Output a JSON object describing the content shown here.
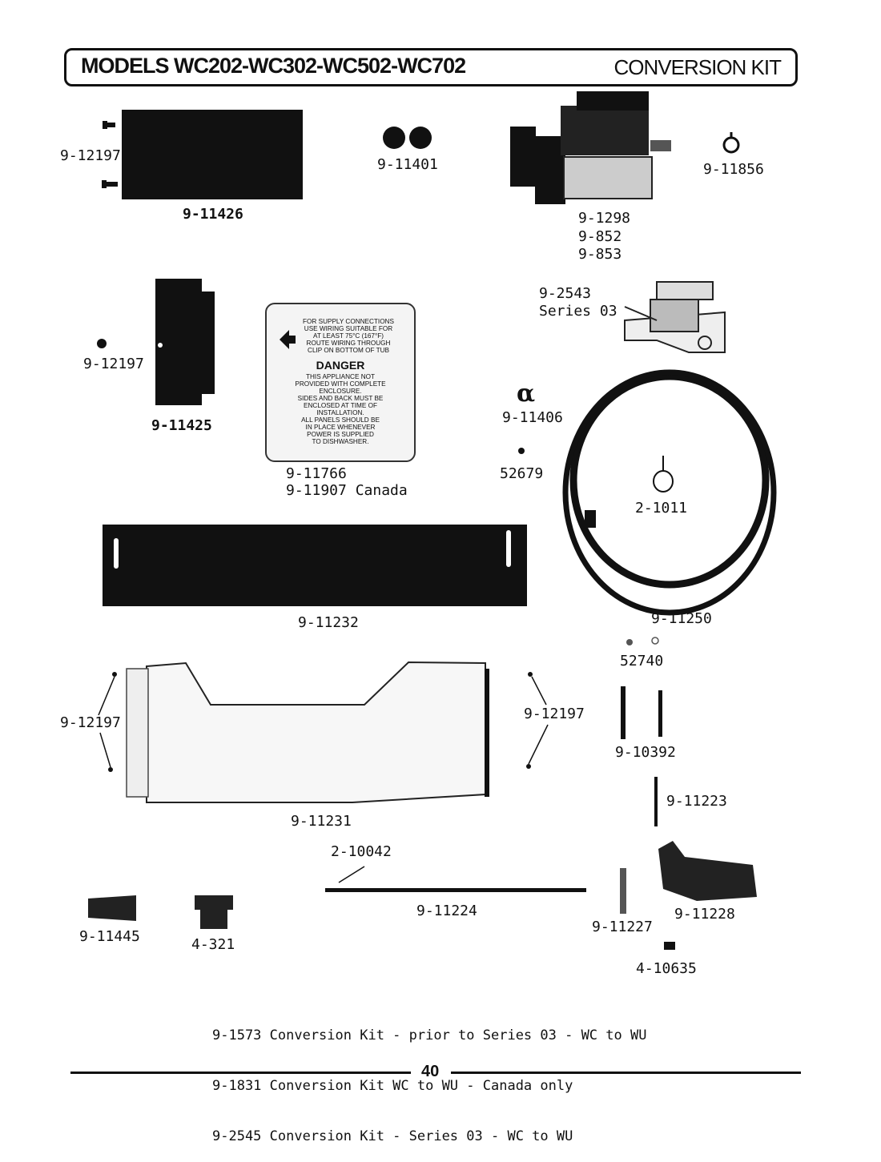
{
  "header": {
    "models": "MODELS WC202-WC302-WC502-WC702",
    "section": "CONVERSION KIT"
  },
  "parts": {
    "p9_12197_a": "9-12197",
    "p9_11426": "9-11426",
    "p9_11401": "9-11401",
    "p9_1298": "9-1298",
    "p9_852": "9-852",
    "p9_853": "9-853",
    "p9_11856": "9-11856",
    "p9_2543": "9-2543",
    "series03": "Series 03",
    "p9_12197_b": "9-12197",
    "p9_11425": "9-11425",
    "p9_11766": "9-11766",
    "p9_11907": "9-11907 Canada",
    "p9_11406": "9-11406",
    "p52679": "52679",
    "p2_1011": "2-1011",
    "p9_11232": "9-11232",
    "p9_11250": "9-11250",
    "p52740": "52740",
    "p9_12197_c": "9-12197",
    "p9_12197_d": "9-12197",
    "p9_10392": "9-10392",
    "p9_11231": "9-11231",
    "p9_11223": "9-11223",
    "p2_10042": "2-10042",
    "p9_11224": "9-11224",
    "p9_11228": "9-11228",
    "p9_11445": "9-11445",
    "p4_321": "4-321",
    "p9_11227": "9-11227",
    "p4_10635": "4-10635"
  },
  "warning_label": {
    "lines_top": [
      "FOR SUPPLY CONNECTIONS",
      "USE WIRING SUITABLE FOR",
      "AT LEAST 75°C (167°F)",
      "ROUTE WIRING THROUGH",
      "CLIP ON BOTTOM OF TUB"
    ],
    "danger": "DANGER",
    "lines_bottom": [
      "THIS APPLIANCE NOT",
      "PROVIDED WITH COMPLETE",
      "ENCLOSURE.",
      "SIDES AND BACK MUST BE",
      "ENCLOSED AT TIME OF",
      "INSTALLATION.",
      "ALL PANELS SHOULD BE",
      "IN PLACE WHENEVER",
      "POWER IS SUPPLIED",
      "TO DISHWASHER."
    ]
  },
  "kits": [
    "9-1573 Conversion Kit - prior to Series 03 - WC to WU",
    "9-1831 Conversion Kit WC to WU - Canada only",
    "9-2545 Conversion Kit - Series 03 - WC to WU"
  ],
  "page_number": "40"
}
